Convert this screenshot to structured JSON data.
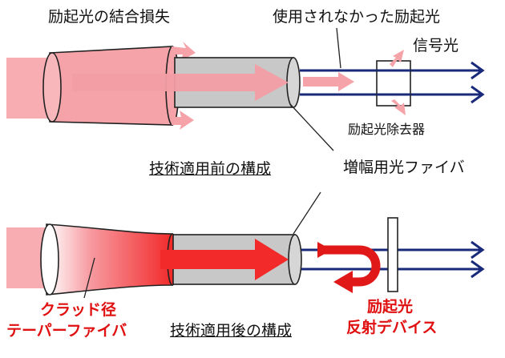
{
  "labels": {
    "pump_coupling_loss": "励起光の結合損失",
    "unused_pump": "使用されなかった励起光",
    "signal_light": "信号光",
    "pump_remover": "励起光除去器",
    "before_title": "技術適用前の構成",
    "amplifier_fiber": "増幅用光ファイバ",
    "tapered_line1": "クラッド径",
    "tapered_line2": "テーパーファイバ",
    "after_title": "技術適用後の構成",
    "reflector_line1": "励起光",
    "reflector_line2": "反射デバイス"
  },
  "colors": {
    "pump_light": "#f5a3a8",
    "pump_strong": "#f22a2a",
    "fiber_gray": "#c8c8c8",
    "signal_blue": "#1a2a7a",
    "label_red": "#e01010"
  },
  "icons": {
    "reflector": "u-turn-arrow-icon",
    "remover": "box-with-escape-arrows-icon"
  }
}
